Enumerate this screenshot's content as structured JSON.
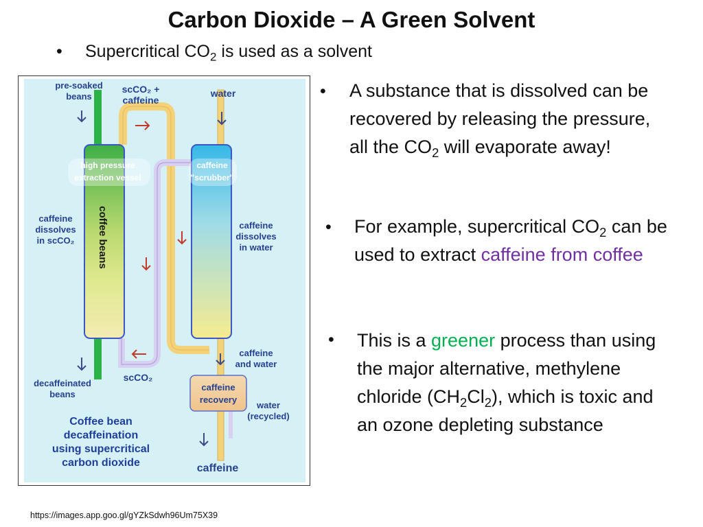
{
  "title": "Carbon Dioxide – A Green Solvent",
  "intro": {
    "pre": "Supercritical CO",
    "sub": "2",
    "post": " is used as a solvent"
  },
  "bullets": {
    "b1": {
      "pre": "A substance that is dissolved can be recovered by releasing the pressure, all the CO",
      "sub": "2",
      "post": " will evaporate away!"
    },
    "b2": {
      "pre": "For example, supercritical CO",
      "sub": "2",
      "mid": " can be used to extract ",
      "highlight": "caffeine from coffee"
    },
    "b3": {
      "pre": "This is a ",
      "highlight": "greener",
      "mid": " process than using the major alternative, methylene chloride (CH",
      "sub1": "2",
      "mid2": "Cl",
      "sub2": "2",
      "post": "), which is toxic and an ozone depleting substance"
    },
    "bullet_char": "•"
  },
  "diagram": {
    "presoaked_line1": "pre-soaked",
    "presoaked_line2": "beans",
    "scco2_caffeine_line1": "scCO₂ +",
    "scco2_caffeine_line2": "caffeine",
    "water_top": "water",
    "vessel_line1": "high pressure",
    "vessel_line2": "extraction vessel",
    "coffee_beans": "coffee beans",
    "scrubber_line1": "caffeine",
    "scrubber_line2": "\"scrubber\"",
    "caffeine_dissolves_sc_line1": "caffeine",
    "caffeine_dissolves_sc_line2": "dissolves",
    "caffeine_dissolves_sc_line3": "in scCO₂",
    "caffeine_dissolves_water_line1": "caffeine",
    "caffeine_dissolves_water_line2": "dissolves",
    "caffeine_dissolves_water_line3": "in water",
    "caffeine_and_water_line1": "caffeine",
    "caffeine_and_water_line2": "and water",
    "decaf_line1": "decaffeinated",
    "decaf_line2": "beans",
    "scco2_bottom": "scCO₂",
    "recovery_line1": "caffeine",
    "recovery_line2": "recovery",
    "water_recycled_line1": "water",
    "water_recycled_line2": "(recycled)",
    "caption_line1": "Coffee bean",
    "caption_line2": "decaffeination",
    "caption_line3": "using supercritical",
    "caption_line4": "carbon dioxide",
    "caffeine_bottom": "caffeine",
    "colors": {
      "background": "#d6f1f6",
      "label_blue": "#26418f",
      "arrow_red": "#c0392b",
      "pipe_yellow": "#f3d27a",
      "pipe_green": "#2bb34a",
      "pipe_lavender": "#d7d0f0"
    }
  },
  "source_url": "https://images.app.goo.gl/gYZkSdwh96Um75X39"
}
